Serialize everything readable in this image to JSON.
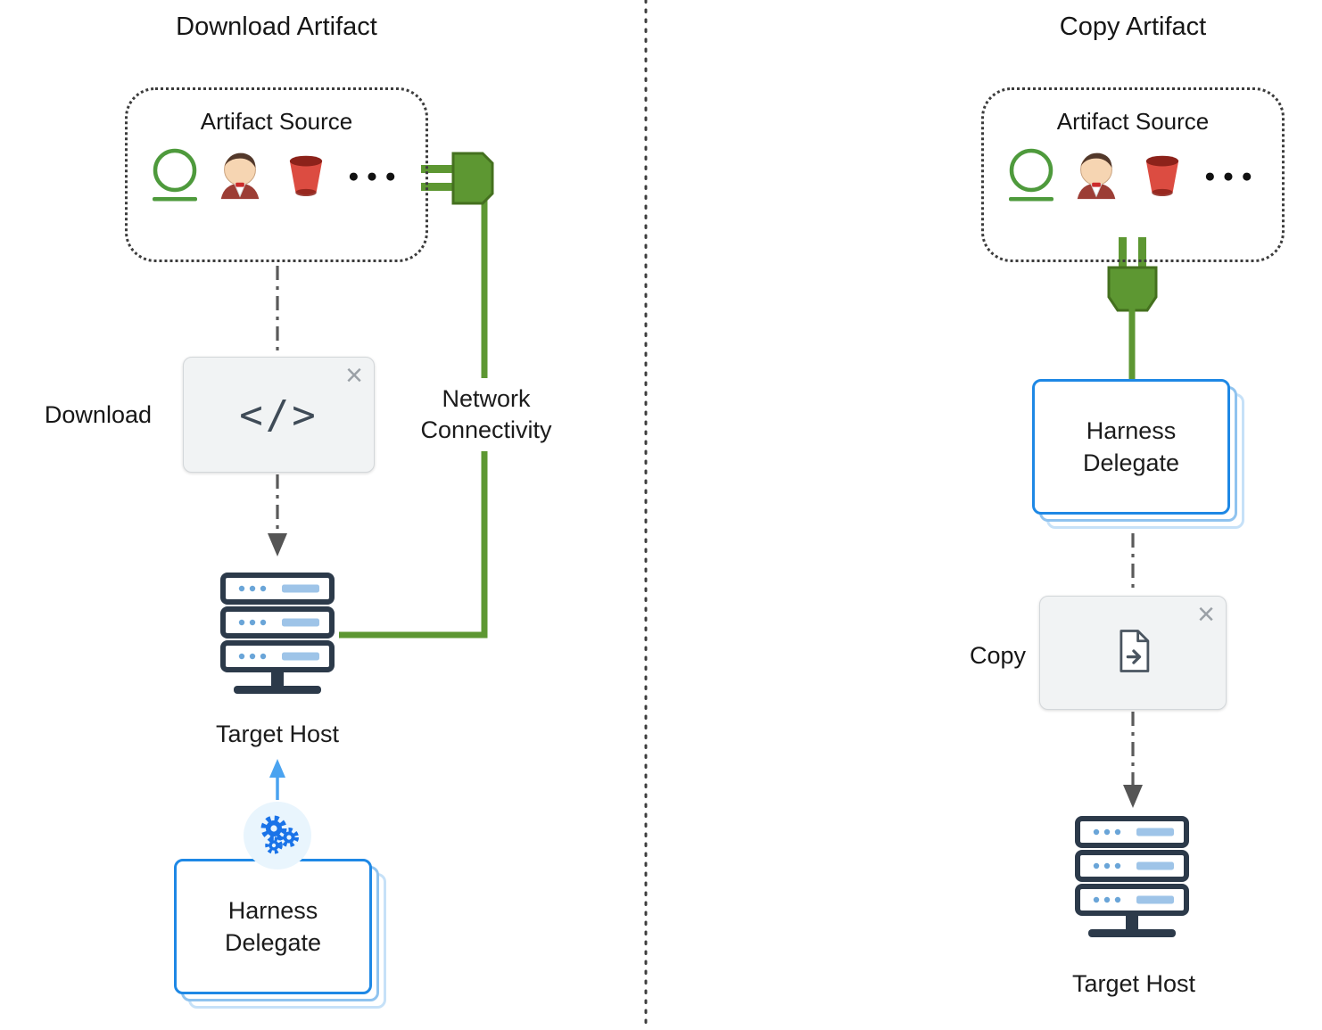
{
  "left": {
    "title": "Download Artifact",
    "artifact_source_label": "Artifact Source",
    "step_label": "Download",
    "network_label_line1": "Network",
    "network_label_line2": "Connectivity",
    "target_host_label": "Target Host",
    "delegate_line1": "Harness",
    "delegate_line2": "Delegate"
  },
  "right": {
    "title": "Copy Artifact",
    "artifact_source_label": "Artifact Source",
    "step_label": "Copy",
    "target_host_label": "Target Host",
    "delegate_line1": "Harness",
    "delegate_line2": "Delegate"
  },
  "glyphs": {
    "code": "</>",
    "close": "×",
    "ellipsis": "●●●"
  },
  "icons": {
    "artifact_sources": [
      "green-ring-icon",
      "jenkins-icon",
      "aws-s3-bucket-icon",
      "ellipsis-icon"
    ],
    "network_connector": "plug-icon",
    "download_step": "code-icon",
    "copy_step": "copy-file-icon",
    "target_host": "server-stack-icon",
    "delegate_badge": "gears-icon"
  },
  "colors": {
    "plug_green": "#5d9732",
    "ring_green": "#4e9a3c",
    "delegate_blue": "#1e88e5",
    "arrow_blue": "#4aa3f0",
    "connector_gray": "#5a5a5a",
    "step_box_gray": "#f1f3f4",
    "server_navy": "#2c3a4a",
    "server_accent_blue": "#6aa5d8",
    "s3_red": "#dc4c41",
    "text": "#1b1b1b"
  }
}
